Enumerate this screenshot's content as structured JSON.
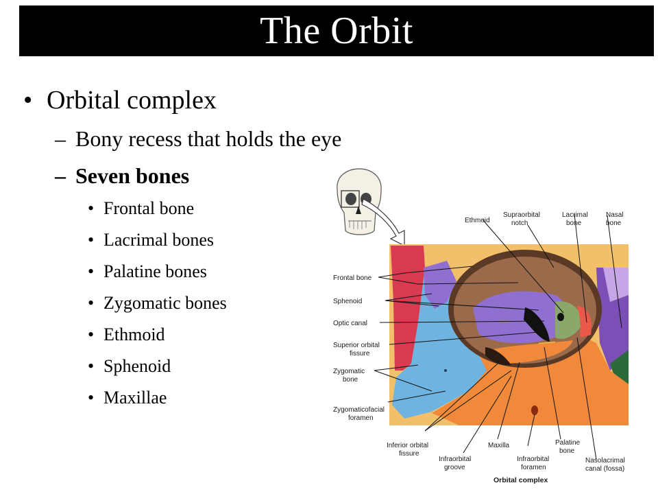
{
  "slide": {
    "title": "The Orbit",
    "bullet_symbol": "•",
    "dash_symbol": "–",
    "level1": "Orbital complex",
    "level2": [
      "Bony recess that holds the eye",
      "Seven bones"
    ],
    "bones": [
      "Frontal bone",
      "Lacrimal bones",
      "Palatine bones",
      "Zygomatic bones",
      "Ethmoid",
      "Sphenoid",
      "Maxillae"
    ]
  },
  "figure": {
    "caption": "Orbital complex",
    "labels": {
      "ethmoid": "Ethmoid",
      "supraorbital_notch": [
        "Supraorbital",
        "notch"
      ],
      "lacrimal_bone": [
        "Lacrimal",
        "bone"
      ],
      "nasal_bone": [
        "Nasal",
        "bone"
      ],
      "frontal_bone": "Frontal bone",
      "sphenoid": "Sphenoid",
      "optic_canal": "Optic canal",
      "superior_orbital_fissure": [
        "Superior orbital",
        "fissure"
      ],
      "zygomatic_bone": [
        "Zygomatic",
        "bone"
      ],
      "zygomaticofacial_foramen": [
        "Zygomaticofacial",
        "foramen"
      ],
      "inferior_orbital_fissure": [
        "Inferior orbital",
        "fissure"
      ],
      "infraorbital_groove": [
        "Infraorbital",
        "groove"
      ],
      "maxilla": "Maxilla",
      "infraorbital_foramen": [
        "Infraorbital",
        "foramen"
      ],
      "palatine_bone": [
        "Palatine",
        "bone"
      ],
      "nasolacrimal_canal": [
        "Nasolacrimal",
        "canal (fossa)"
      ]
    },
    "colors": {
      "frontal": "#f2c06a",
      "sphenoid": "#8f6fd0",
      "zygomatic": "#6fb4e0",
      "maxilla": "#f08a3a",
      "ethmoid": "#9a6a4a",
      "lacrimal": "#e8594a",
      "palatine": "#f5e640",
      "nasal": "#c6a6e6",
      "frontal_process": "#d83a52"
    }
  }
}
